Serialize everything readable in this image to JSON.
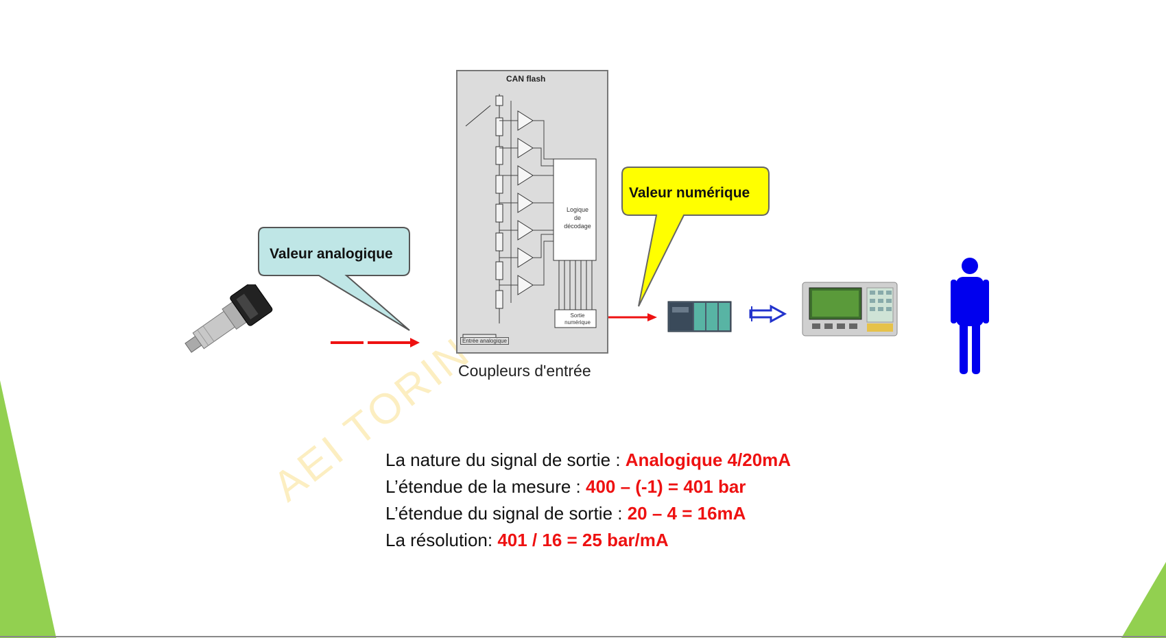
{
  "callouts": {
    "analog": "Valeur analogique",
    "numeric": "Valeur numérique"
  },
  "can": {
    "title": "CAN flash",
    "logic_label": "Logique de décodage",
    "output_label": "Sortie numérique",
    "input_label": "Entrée analogique"
  },
  "caption": "Coupleurs d'entrée",
  "watermark": "AEI TORIN",
  "info": [
    {
      "label": "La nature du signal de sortie : ",
      "value": "Analogique 4/20mA"
    },
    {
      "label": "L’étendue de la mesure : ",
      "value": "400 – (-1) = 401  bar"
    },
    {
      "label": "L’étendue du signal de sortie : ",
      "value": "20 – 4 = 16mA"
    },
    {
      "label": "La résolution: ",
      "value": "401 / 16 = 25 bar/mA"
    }
  ],
  "colors": {
    "accent_green": "#92d050",
    "arrow_red": "#ee1111",
    "callout_cyan": "#bfe6e6",
    "callout_yellow": "#ffff00",
    "person_blue": "#0000ee",
    "hollow_arrow_blue": "#2233cc"
  },
  "icons": [
    "pressure-sensor-icon",
    "plc-icon",
    "hmi-panel-icon",
    "person-icon"
  ]
}
